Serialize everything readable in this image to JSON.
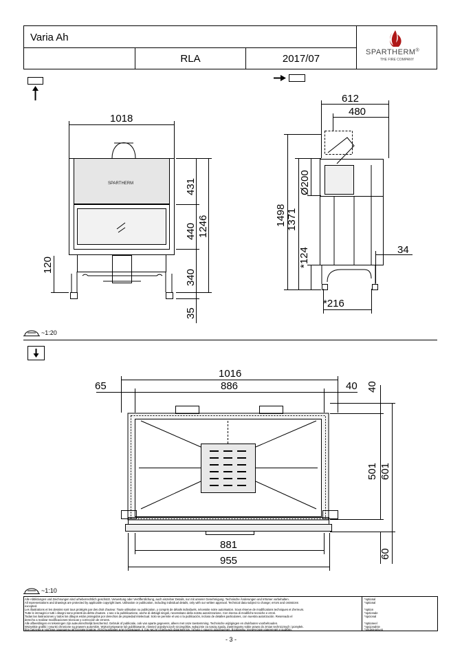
{
  "title_block": {
    "model": "Varia Ah",
    "variant": "RLA",
    "date": "2017/07",
    "brand": "SPARTHERM",
    "brand_reg": "®",
    "tagline": "THE FIRE COMPANY"
  },
  "front_view": {
    "width": "1018",
    "heights": [
      "431",
      "440",
      "340",
      "35"
    ],
    "total_height": "1246",
    "foot_height": "120",
    "logo": "SPARTHERM"
  },
  "side_view": {
    "depth": "612",
    "depth_inner": "480",
    "total_height": "1498",
    "height_1371": "1371",
    "flue": "Ø200",
    "offset_124": "*124",
    "offset_34": "34",
    "offset_216": "*216"
  },
  "scale_top": "~1:20",
  "plan_view": {
    "width_total": "1016",
    "width_886": "886",
    "left_65": "65",
    "right_40": "40",
    "top_40": "40",
    "depth_501": "501",
    "depth_601": "601",
    "bottom_60": "60",
    "width_881": "881",
    "width_955": "955"
  },
  "scale_bottom": "~1:10",
  "legal": [
    "Alle Abbildungen und Zeichnungen sind urheberrechtlich geschützt. Verwertung oder Veröffentlichung, auch einzelner Details, nur mit unserer Genehmigung. Technische Änderungen und Irrtümer vorbehalten.",
    "All representations and drawings are protected by applicable copyright laws. Utilisation or publication, including individual details, only with our written approval. Technical data subject to change; errors and omissions",
    "excepted.",
    "Les illustrations et les dessins sont tous protégés par des droit d'auteur. Toute utilisation ou publication, y compris de détails individuels, nécessite notre autorisation. Sous réserve de modifications techniques et d'erreurs.",
    "Tutte le immagini e tutti i disegni sono protetti da diritto d'autore. L'uso o la pubblicazione, anche di dettagli singoli, necessitano della nostra autorizzazione. Con riserva di modifiche tecniche e errori.",
    "Todas las ilustraciones y todos los dibujos están protegidos por derechos de propiedad intelectual. Solo se permite el uso o la publicación, incluso de detalles particulares, con nuestra autorización. Reservado el",
    "derecho a realizar modificaciones técnicas y corrección de errores.",
    "Alle afbeeldingen en tekeningen zijn auteursrechtelijk beschermd. Gebruik of publicatie, ook van aparte gegevens, alleen met onze toestemming. Technische wijzigingen en drukfouten voorbehouden.",
    "Wszystkie grafiki i rysunki chronione są prawem autorskim. Wykorzystywanie lub publikowanie, również pojedynczych szczegółów, wyłącznie za naszą zgodą. Zastrzegamy sobie prawo do zmian technicznych i pomyłek.",
    "Все рисунки и чертежи защищены авторским правом. Использование или публикация, в том числе отдельных фрагментов, только с нашего разрешения. Возможны технические изменения и ошибки."
  ],
  "optional_labels": [
    "*optional",
    "*optional",
    "",
    "*option",
    "*opzionale",
    "*opcional",
    "*optioneel",
    "*opcjonalnie",
    "*опционально"
  ],
  "page_number": "- 3 -"
}
